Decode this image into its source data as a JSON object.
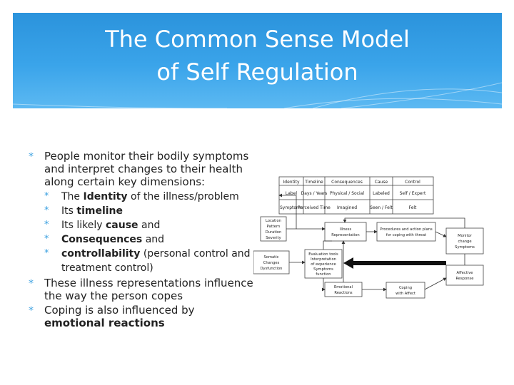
{
  "title": {
    "line1": "The Common Sense Model",
    "line2": "of Self Regulation"
  },
  "bullets": {
    "b1": "People monitor their bodily symptoms and interpret changes to their health along certain key dimensions:",
    "sub": [
      {
        "pre": "The ",
        "bold": "Identity",
        "post": " of the illness/problem"
      },
      {
        "pre": "Its ",
        "bold": "timeline",
        "post": ""
      },
      {
        "pre": "Its likely ",
        "bold": "cause",
        "post": " and"
      },
      {
        "pre": "",
        "bold": "Consequences",
        "post": " and"
      },
      {
        "pre": "",
        "bold": "controllability",
        "post": " (personal control and treatment control)"
      }
    ],
    "b2": "These illness representations influence the way the person copes",
    "b3_pre": "Coping is also influenced by ",
    "b3_bold": "emotional reactions"
  },
  "diagram": {
    "table_header": [
      "Identity",
      "Timeline",
      "Consequences",
      "Cause",
      "Control"
    ],
    "table_row1": [
      "Label",
      "Days / Years",
      "Physical / Social",
      "Labeled",
      "Self / Expert"
    ],
    "table_row2": [
      "Symptoms",
      "Perceived Time",
      "Imagined",
      "Seen / Felt",
      "Felt"
    ],
    "location_box": [
      "Location",
      "Pattern",
      "Duration",
      "Severity"
    ],
    "somatic_box": [
      "Somatic",
      "Changes",
      "Dysfunction"
    ],
    "illness_box": [
      "Illness",
      "Representation"
    ],
    "procedures_box": [
      "Procedures and action plans",
      "for coping with threat"
    ],
    "monitor_box": [
      "Monitor",
      "change",
      "Symptoms"
    ],
    "evaluation_box": [
      "Evaluation tools",
      "Interpretation",
      "of experience",
      "Symptoms",
      "function"
    ],
    "emotional_box": [
      "Emotional",
      "Reactions"
    ],
    "coping_box": [
      "Coping",
      "with Affect"
    ],
    "affective_box": [
      "Affective",
      "Response"
    ]
  }
}
